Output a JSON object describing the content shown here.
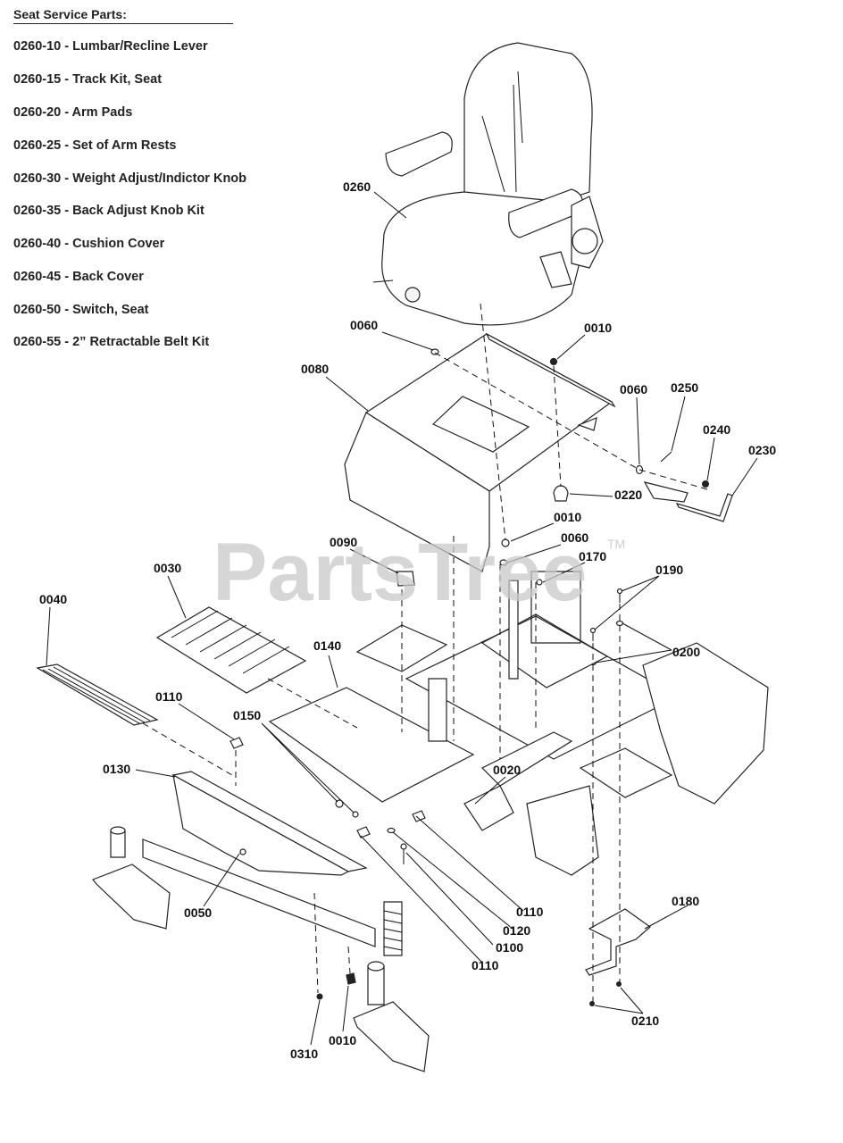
{
  "legend": {
    "title": "Seat Service Parts:",
    "items": [
      "0260-10 - Lumbar/Recline Lever",
      "0260-15 - Track Kit, Seat",
      "0260-20 - Arm Pads",
      "0260-25 - Set of Arm Rests",
      "0260-30 - Weight Adjust/Indictor Knob",
      "0260-35 - Back Adjust Knob Kit",
      "0260-40 - Cushion Cover",
      "0260-45 - Back Cover",
      "0260-50 - Switch, Seat",
      "0260-55 - 2” Retractable Belt Kit"
    ]
  },
  "watermark": {
    "text": "PartsTree",
    "tm": "TM"
  },
  "callouts": {
    "c0260": "0260",
    "c0060a": "0060",
    "c0010a": "0010",
    "c0080": "0080",
    "c0060b": "0060",
    "c0250": "0250",
    "c0240": "0240",
    "c0230": "0230",
    "c0220": "0220",
    "c0010b": "0010",
    "c0090": "0090",
    "c0060c": "0060",
    "c0170": "0170",
    "c0190": "0190",
    "c0030": "0030",
    "c0040": "0040",
    "c0200": "0200",
    "c0140": "0140",
    "c0110a": "0110",
    "c0150": "0150",
    "c0130": "0130",
    "c0020": "0020",
    "c0180": "0180",
    "c0050": "0050",
    "c0110b": "0110",
    "c0120": "0120",
    "c0100": "0100",
    "c0110c": "0110",
    "c0210": "0210",
    "c0310": "0310",
    "c0010c": "0010"
  }
}
